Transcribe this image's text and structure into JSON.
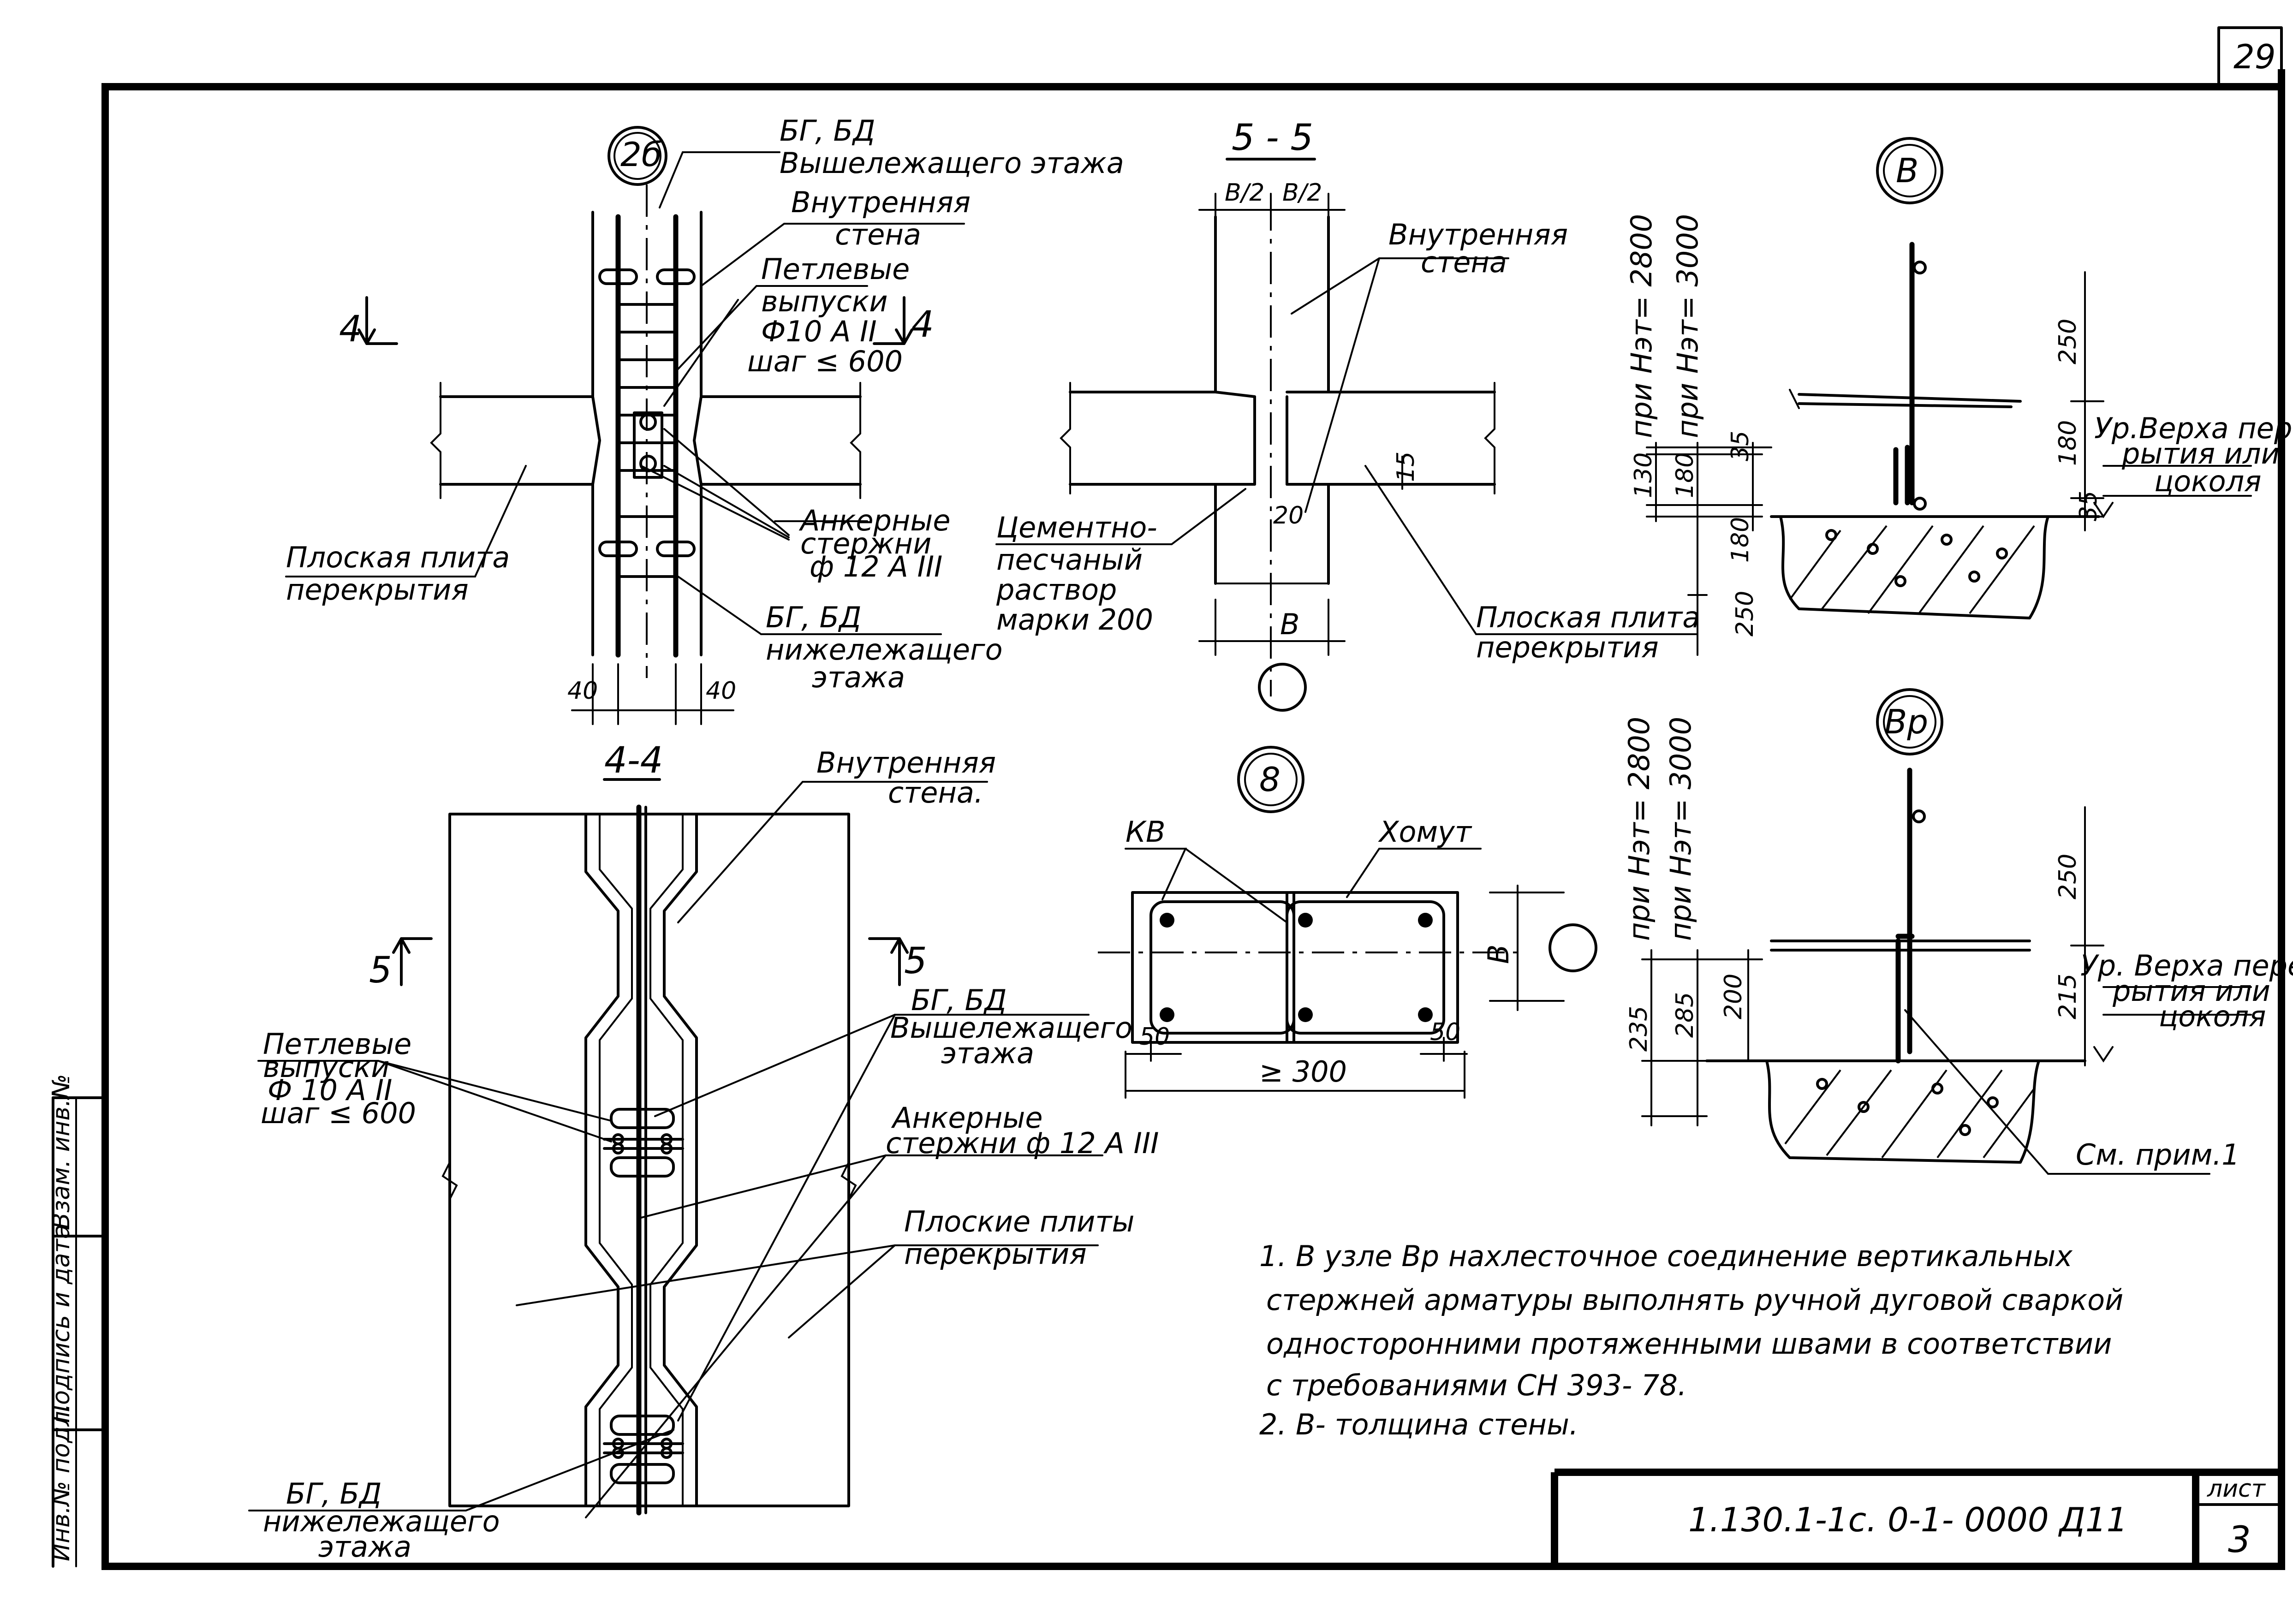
{
  "sheet_number": "29",
  "views": {
    "node_2b": "2б",
    "section_5_5": "5 - 5",
    "node_v": "В",
    "node_vr": "Вр",
    "node_8": "8",
    "section_4_4": "4-4"
  },
  "node_2b": {
    "label_upper_1": "БГ, БД",
    "label_upper_2": "Вышележащего этажа",
    "label_wall_1": "Внутренняя",
    "label_wall_2": "стена",
    "label_loops_1": "Петлевые",
    "label_loops_2": "выпуски",
    "label_loops_3": "Ф10 А II",
    "label_loops_4": "шаг ≤ 600",
    "label_anchor_1": "Анкерные",
    "label_anchor_2": "стержни",
    "label_anchor_3": "ф 12 А III",
    "label_slab_1": "Плоская плита",
    "label_slab_2": "перекрытия",
    "label_lower_1": "БГ, БД",
    "label_lower_2": "нижележащего",
    "label_lower_3": "этажа",
    "dim_left": "40",
    "dim_right": "40",
    "cut_left": "4",
    "cut_right": "4"
  },
  "section_5_5": {
    "dim_b2_left": "В/2",
    "dim_b2_right": "В/2",
    "label_wall_1": "Внутренняя",
    "label_wall_2": "стена",
    "dim_15": "15",
    "dim_20": "20",
    "label_mortar_1": "Цементно-",
    "label_mortar_2": "песчаный",
    "label_mortar_3": "раствор",
    "label_mortar_4": "марки 200",
    "dim_b": "В",
    "label_slab_1": "Плоская плита",
    "label_slab_2": "перекрытия"
  },
  "node_v": {
    "h_2800": "при Нэт= 2800",
    "h_3000": "при Нэт= 3000",
    "dim_250_top": "250",
    "dim_180_right": "180",
    "dim_35_right": "35",
    "dim_130": "130",
    "dim_180_a": "180",
    "dim_35_a": "35",
    "dim_180_b": "180",
    "dim_250_bottom": "250",
    "label_level_1": "Ур.Верха перек-",
    "label_level_2": "рытия или",
    "label_level_3": "цоколя"
  },
  "node_vr": {
    "h_2800": "при Нэт= 2800",
    "h_3000": "при Нэт= 3000",
    "dim_250": "250",
    "dim_215": "215",
    "dim_235": "235",
    "dim_285": "285",
    "dim_200": "200",
    "label_level_1": "Ур. Верха перек-",
    "label_level_2": "рытия или",
    "label_level_3": "цоколя",
    "label_see_note": "См. прим.1"
  },
  "node_8": {
    "label_kv": "КВ",
    "label_stirrup": "Хомут",
    "dim_b": "В",
    "dim_50_left": "50",
    "dim_50_right": "50",
    "dim_300": "≥ 300"
  },
  "section_4_4": {
    "label_wall_1": "Внутренняя",
    "label_wall_2": "стена.",
    "cut_left": "5",
    "cut_right": "5",
    "label_loops_1": "Петлевые",
    "label_loops_2": "выпуски",
    "label_loops_3": "Ф 10 А II",
    "label_loops_4": "шаг ≤ 600",
    "label_upper_1": "БГ, БД",
    "label_upper_2": "Вышележащего",
    "label_upper_3": "этажа",
    "label_anchor_1": "Анкерные",
    "label_anchor_2": "стержни ф 12 А III",
    "label_slabs_1": "Плоские плиты",
    "label_slabs_2": "перекрытия",
    "label_lower_1": "БГ, БД",
    "label_lower_2": "нижележащего",
    "label_lower_3": "этажа"
  },
  "notes": {
    "line1": "1. В узле Вр нахлесточное соединение вертикальных",
    "line2": "стержней арматуры выполнять ручной дуговой сваркой",
    "line3": "односторонними протяженными швами в соответствии",
    "line4": "с требованиями СН 393- 78.",
    "line5": "2. В- толщина стены."
  },
  "side_stamp": {
    "field1": "Инв.№ подл.",
    "field2": "Подпись и дата",
    "field3": "Взам. инв.№"
  },
  "title_block": {
    "code": "1.130.1-1с. 0-1- 0000 Д11",
    "sheet_label": "лист",
    "sheet_value": "3"
  }
}
